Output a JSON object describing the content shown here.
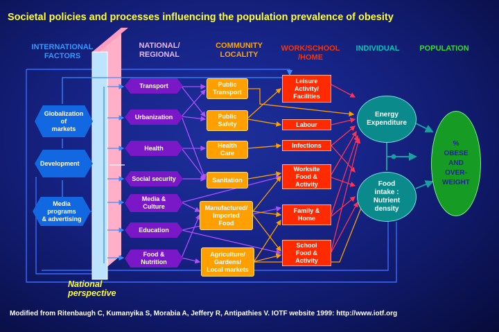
{
  "title": "Societal policies and processes influencing the population prevalence of obesity",
  "columns": {
    "international": "INTERNATIONAL\nFACTORS",
    "national": "NATIONAL/\nREGIONAL",
    "community": "COMMUNITY\nLOCALITY",
    "work": "WORK/SCHOOL\n/HOME",
    "individual": "INDIVIDUAL",
    "population": "POPULATION"
  },
  "colors": {
    "international": "#3399ff",
    "national": "#e8b8ff",
    "community": "#ffa500",
    "work": "#ff3300",
    "individual": "#00c8b8",
    "population": "#33dd33",
    "title": "#ffff33"
  },
  "international": [
    "Globalization\nof\nmarkets",
    "Development",
    "Media\nprograms\n& advertising"
  ],
  "national": [
    "Transport",
    "Urbanization",
    "Health",
    "Social security",
    "Media &\nCulture",
    "Education",
    "Food &\nNutrition"
  ],
  "community": [
    "Public\nTransport",
    "Public\nSafety",
    "Health\nCare",
    "Sanitation",
    "Manufactured/\nImported\nFood",
    "Agriculture/\nGardens/\nLocal markets"
  ],
  "work": [
    "Leisure\nActivity/\nFacilities",
    "Labour",
    "Infections",
    "Worksite\nFood &\nActivity",
    "Family &\nHome",
    "School\nFood &\nActivity"
  ],
  "individual": [
    "Energy\nExpenditure",
    "Food\nintake :\nNutrient\ndensity"
  ],
  "population": "%\nOBESE\nAND\nOVER-\nWEIGHT",
  "perspective_label": "National\nperspective",
  "footer": "Modified from Ritenbaugh C,  Kumanyika S,  Morabia A,  Jeffery R, Antipathies V. IOTF website 1999: http://www.iotf.org"
}
